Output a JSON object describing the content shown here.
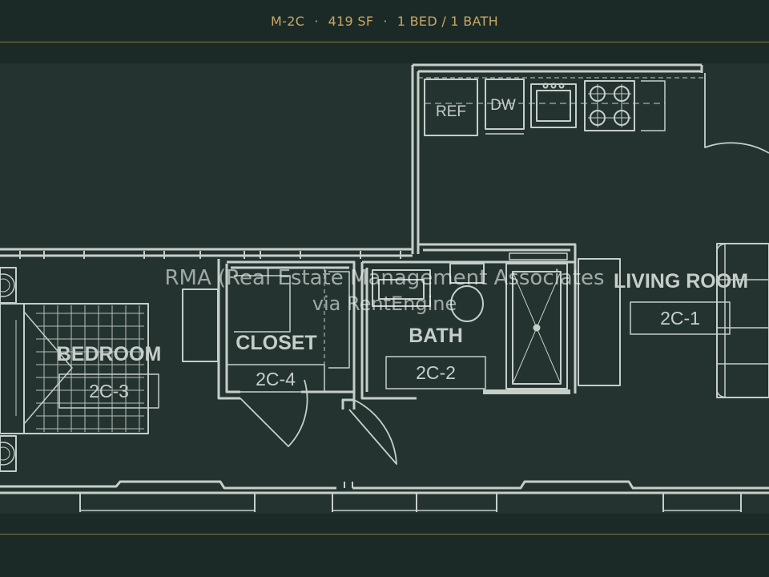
{
  "header": {
    "unit": "M-2C",
    "area": "419 SF",
    "beds": "1 BED / 1 BATH",
    "separator": "·"
  },
  "rooms": {
    "bedroom": {
      "name": "BEDROOM",
      "code": "2C-3"
    },
    "closet": {
      "name": "CLOSET",
      "code": "2C-4"
    },
    "bath": {
      "name": "BATH",
      "code": "2C-2"
    },
    "living": {
      "name": "LIVING ROOM",
      "code": "2C-1"
    }
  },
  "appliances": {
    "ref": "REF",
    "dw": "DW"
  },
  "watermark": {
    "line1": "RMA (Real Estate Management Associates",
    "line2": "via RentEngine"
  },
  "colors": {
    "background": "#1b2a26",
    "plan_background": "#253330",
    "wall": "#c6ceca",
    "accent_gold": "#c9a865"
  }
}
